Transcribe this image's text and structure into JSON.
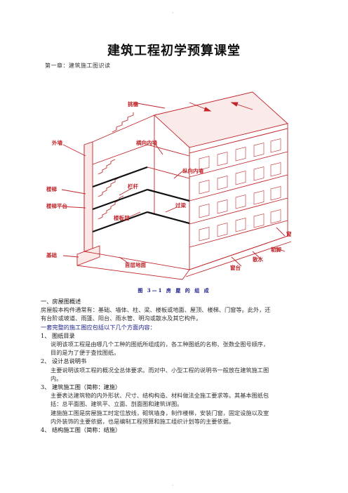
{
  "header_dot": "·",
  "footer_dot": "·",
  "title": "建筑工程初学预算课堂",
  "chapter": "第一章：建筑施工图识读",
  "figure": {
    "labels": {
      "roof": "挑檐",
      "parapet": "外墙",
      "cross_wall": "横向内墙",
      "long_wall": "纵向内墙",
      "stair": "楼梯",
      "landing": "楼梯平台",
      "railing": "栏杆",
      "floor_slab": "楼板层",
      "beam": "过梁",
      "foundation": "基础",
      "ground": "首层地面",
      "window": "窗",
      "sill": "窗台",
      "drain": "散水",
      "plinth": "勒脚"
    },
    "caption": "图 3—1 房 屋 的 组 成"
  },
  "body": [
    {
      "text": "一、房屋图概述",
      "style": "hd",
      "indent": 0
    },
    {
      "text": "房屋般本构件通常有：基础、墙体、柱、梁、楼板或地面、屋顶、楼梯、门窗等。此外，还",
      "style": "",
      "indent": 0
    },
    {
      "text": "有台阶或坡道、雨篷、阳台、雨水管、明沟或散水及其它构件。",
      "style": "",
      "indent": 0
    },
    {
      "text": "一套完整的施工图应包括以下几个方面内容：",
      "style": "blue",
      "indent": 0
    },
    {
      "text": "1、 图纸目录",
      "style": "hd",
      "indent": 0
    },
    {
      "text": "说明该项工程是由哪几个工种的图纸所组成的，各工种图纸的名称、张数全图号顺序，",
      "style": "",
      "indent": 1
    },
    {
      "text": "目的是为了便于查找图纸。",
      "style": "",
      "indent": 1
    },
    {
      "text": "2、 设计总说明书",
      "style": "hd",
      "indent": 0
    },
    {
      "text": "主要说明该项工程的概况全总体要求。而对中、小型工程的说明书一般放在建筑施工图",
      "style": "",
      "indent": 1
    },
    {
      "text": "内。",
      "style": "",
      "indent": 1
    },
    {
      "text": "3、 建筑施工图（简称：建施）",
      "style": "hd",
      "indent": 0
    },
    {
      "text": "主要表达建筑物的内外形状、尺寸、结构构造、材料做法全施工要求等。其基本图纸包",
      "style": "",
      "indent": 1
    },
    {
      "text": "括：总平面图、建筑平、立面、剖面图和建筑详图。",
      "style": "",
      "indent": 1
    },
    {
      "text": "建施施工图是房屋施工时定位放线，砌筑墙身，制作楼梯，安装门窗，固定设施以及室",
      "style": "",
      "indent": 1
    },
    {
      "text": "内外装饰的主要依据，也是编制工程预算和施工组织计划等的主要依据。",
      "style": "",
      "indent": 1
    },
    {
      "text": "4、 结构施工图（简称：结施）",
      "style": "hd",
      "indent": 0
    }
  ]
}
